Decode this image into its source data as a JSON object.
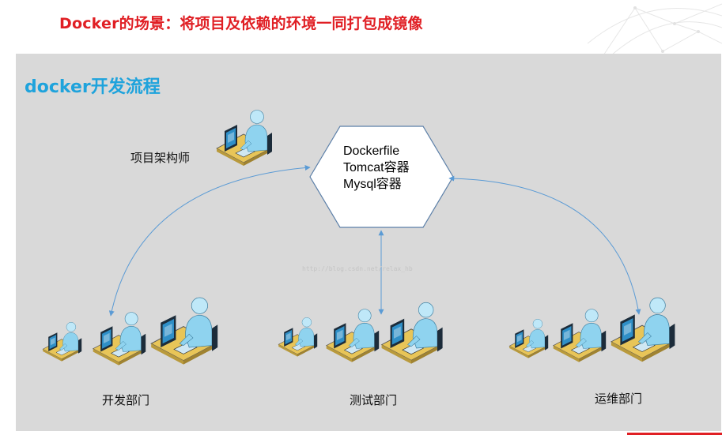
{
  "header": {
    "title": "Docker的场景：将项目及依赖的环境一同打包成镜像"
  },
  "panel": {
    "title": "docker开发流程"
  },
  "hub": {
    "lines": [
      "Dockerfile",
      "Tomcat容器",
      "Mysql容器"
    ]
  },
  "roles": {
    "architect": "项目架构师",
    "dev": "开发部门",
    "test": "测试部门",
    "ops": "运维部门"
  },
  "watermark": "http://blog.csdn.net/relax_hb",
  "colors": {
    "title_red": "#e01f24",
    "panel_title_blue": "#1fa3dc",
    "panel_bg": "#d9d9d9",
    "arrow_blue": "#5b9bd5",
    "person_blue": "#8fd3ef",
    "desk_gold": "#e8c558"
  },
  "icons": [
    "workstation-user-icon"
  ]
}
